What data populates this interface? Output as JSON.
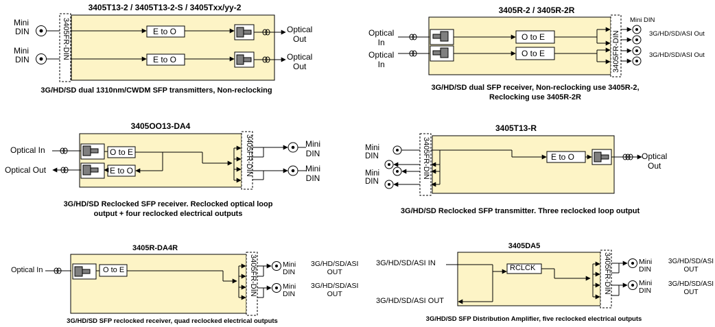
{
  "panels": {
    "p1": {
      "title": "3405T13-2 / 3405T13-2-S / 3405Txx/yy-2",
      "caption": "3G/HD/SD dual 1310nm/CWDM SFP transmitters, Non-reclocking",
      "inputs": [
        {
          "label_line1": "Mini",
          "label_line2": "DIN"
        },
        {
          "label_line1": "Mini",
          "label_line2": "DIN"
        }
      ],
      "connector": "3405FR-DIN",
      "blocks": [
        "E to O",
        "E to O"
      ],
      "outputs": [
        {
          "label_line1": "Optical",
          "label_line2": "Out"
        },
        {
          "label_line1": "Optical",
          "label_line2": "Out"
        }
      ]
    },
    "p2": {
      "title": "3405R-2 / 3405R-2R",
      "caption_line1": "3G/HD/SD dual SFP receiver, Non-reclocking use 3405R-2,",
      "caption_line2": "Reclocking use 3405R-2R",
      "inputs": [
        {
          "label_line1": "Optical",
          "label_line2": "In"
        },
        {
          "label_line1": "Optical",
          "label_line2": "In"
        }
      ],
      "blocks": [
        "O to E",
        "O to E"
      ],
      "connector": "3405FR-DIN",
      "mini_din_label": "Mini DIN",
      "outputs": [
        "3G/HD/SD/ASI Out",
        "3G/HD/SD/ASI Out"
      ]
    },
    "p3": {
      "title": "3405OO13-DA4",
      "caption_line1": "3G/HD/SD Reclocked SFP receiver.  Reclocked optical loop",
      "caption_line2": "output + four reclocked electrical outputs",
      "optical_in": "Optical In",
      "optical_out": "Optical Out",
      "blocks": [
        "O to E",
        "E to O"
      ],
      "connector": "3405FR-DIN",
      "outputs": [
        {
          "label_line1": "Mini",
          "label_line2": "DIN"
        },
        {
          "label_line1": "Mini",
          "label_line2": "DIN"
        }
      ]
    },
    "p4": {
      "title": "3405T13-R",
      "caption": "3G/HD/SD Reclocked SFP transmitter.  Three reclocked loop output",
      "inputs": [
        {
          "label_line1": "Mini",
          "label_line2": "DIN"
        },
        {
          "label_line1": "Mini",
          "label_line2": "DIN"
        }
      ],
      "connector": "3405FR-DIN",
      "block": "E to O",
      "output": {
        "label_line1": "Optical",
        "label_line2": "Out"
      }
    },
    "p5": {
      "title": "3405R-DA4R",
      "caption": "3G/HD/SD SFP reclocked receiver, quad reclocked electrical outputs",
      "optical_in": "Optical In",
      "block": "O to E",
      "connector": "3405FR-DIN",
      "outputs": [
        {
          "mini_line1": "Mini",
          "mini_line2": "DIN",
          "signal_line1": "3G/HD/SD/ASI",
          "signal_line2": "OUT"
        },
        {
          "mini_line1": "Mini",
          "mini_line2": "DIN",
          "signal_line1": "3G/HD/SD/ASI",
          "signal_line2": "OUT"
        }
      ]
    },
    "p6": {
      "title": "3405DA5",
      "caption": "3G/HD/SD SFP Distribution Amplifier, five reclocked electrical outputs",
      "input": "3G/HD/SD/ASI IN",
      "output_left": "3G/HD/SD/ASI OUT",
      "block": "RCLCK",
      "connector": "3405FR-DIN",
      "outputs": [
        {
          "mini_line1": "Mini",
          "mini_line2": "DIN",
          "signal_line1": "3G/HD/SD/ASI",
          "signal_line2": "OUT"
        },
        {
          "mini_line1": "Mini",
          "mini_line2": "DIN",
          "signal_line1": "3G/HD/SD/ASI",
          "signal_line2": "OUT"
        }
      ]
    }
  },
  "colors": {
    "module_fill": "#fdf4c6",
    "line": "#000000",
    "block_fill": "#ffffff",
    "sfp_fill": "#7f7f7f"
  }
}
